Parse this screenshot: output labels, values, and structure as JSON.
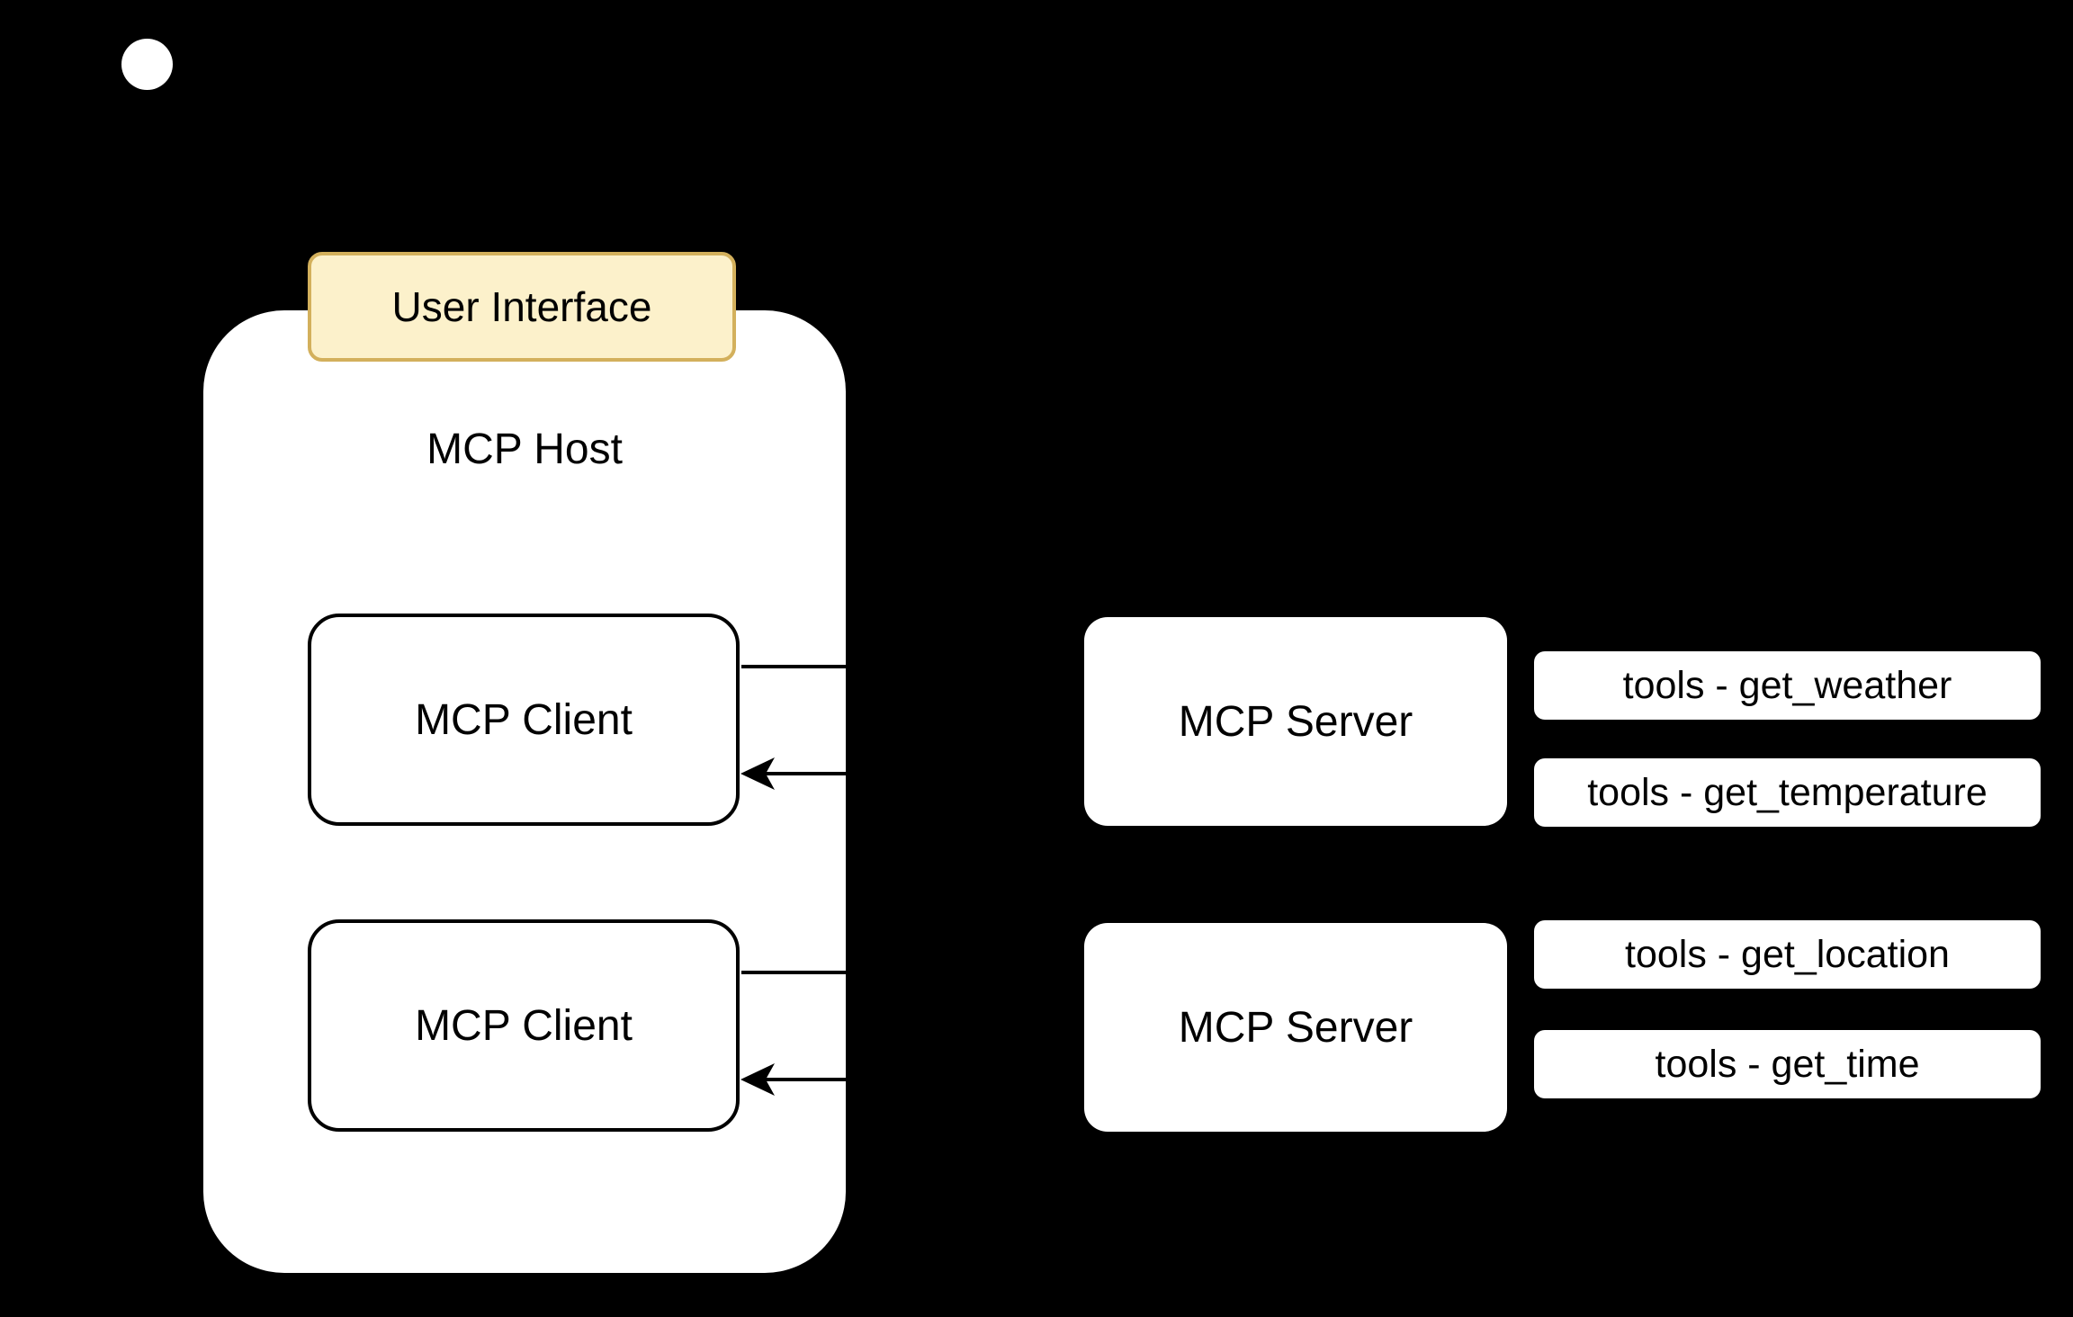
{
  "diagram": {
    "host": {
      "title": "MCP Host",
      "ui_badge": "User Interface",
      "clients": [
        {
          "label": "MCP Client"
        },
        {
          "label": "MCP Client"
        }
      ]
    },
    "servers": [
      {
        "label": "MCP Server",
        "tools": [
          {
            "label": "tools - get_weather"
          },
          {
            "label": "tools - get_temperature"
          }
        ]
      },
      {
        "label": "MCP Server",
        "tools": [
          {
            "label": "tools - get_location"
          },
          {
            "label": "tools - get_time"
          }
        ]
      }
    ],
    "colors": {
      "background": "#000000",
      "box_fill": "#FFFFFF",
      "box_stroke": "#000000",
      "ui_badge_fill": "#FCF1CB",
      "ui_badge_stroke": "#D3B05C",
      "text": "#000000",
      "connector": "#000000",
      "user_dot": "#FFFFFF"
    }
  }
}
